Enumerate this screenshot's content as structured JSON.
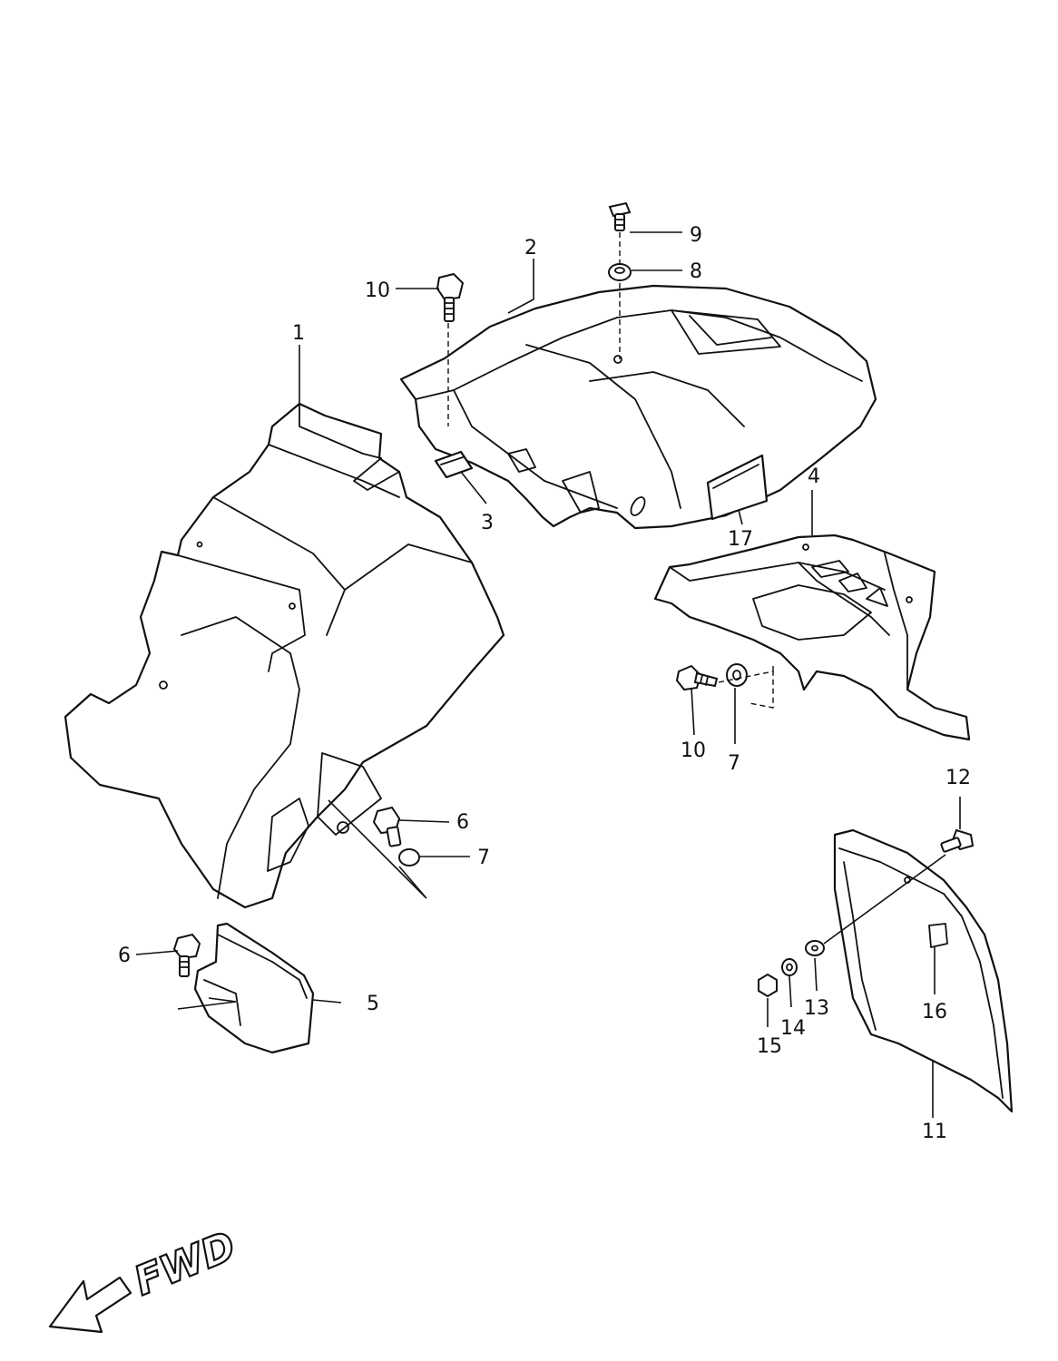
{
  "callouts": {
    "c1": "1",
    "c2": "2",
    "c3": "3",
    "c4": "4",
    "c5": "5",
    "c6a": "6",
    "c6b": "6",
    "c7a": "7",
    "c7b": "7",
    "c8": "8",
    "c9": "9",
    "c10a": "10",
    "c10b": "10",
    "c11": "11",
    "c12": "12",
    "c13": "13",
    "c14": "14",
    "c15": "15",
    "c16": "16",
    "c17": "17"
  },
  "direction": {
    "label": "FWD",
    "icon": "forward-arrow-icon"
  }
}
